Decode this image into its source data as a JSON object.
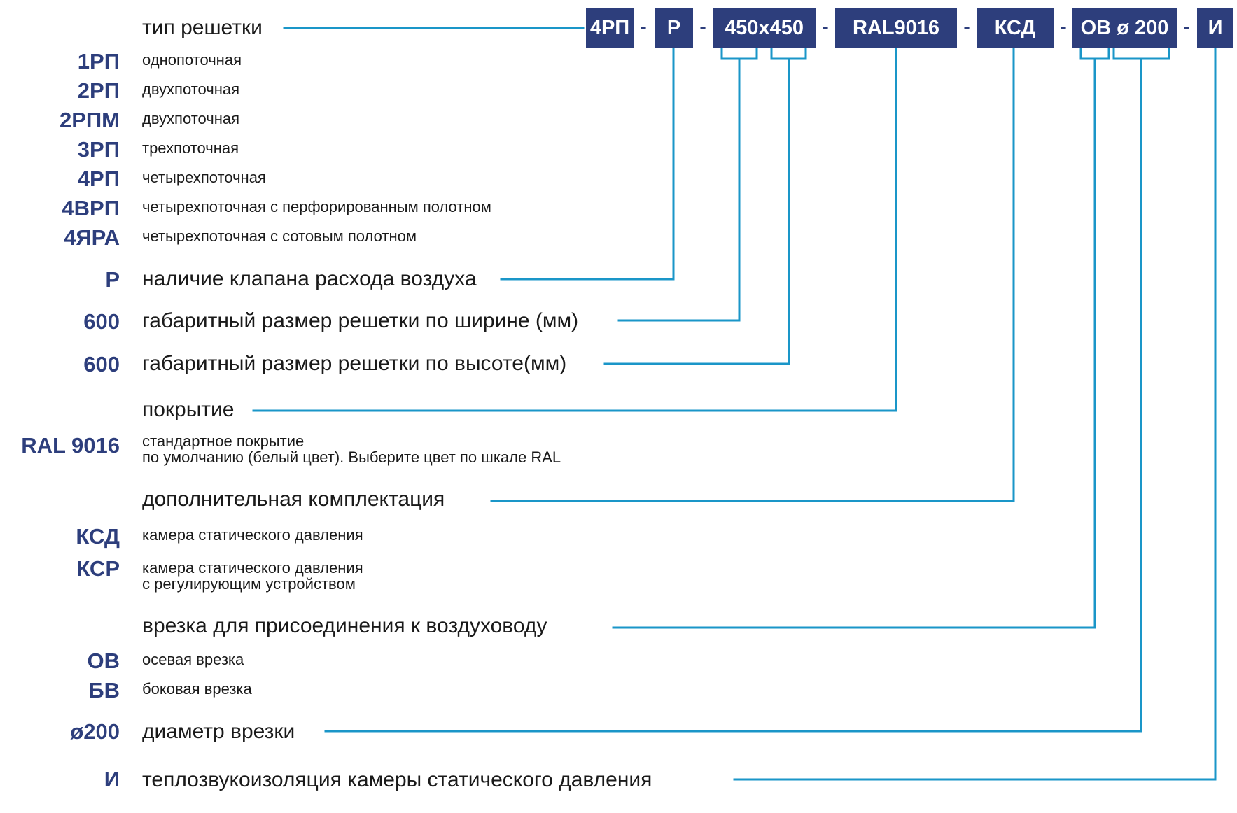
{
  "colors": {
    "navy": "#2d3e7c",
    "line": "#1a96c8",
    "text": "#1a1a1a"
  },
  "code_boxes": [
    "4РП",
    "Р",
    "450х450",
    "RAL9016",
    "КСД",
    "ОВ ø 200",
    "И"
  ],
  "separator": "-",
  "sections": {
    "type": {
      "title": "тип решетки",
      "items": [
        {
          "code": "1РП",
          "desc": "однопоточная"
        },
        {
          "code": "2РП",
          "desc": "двухпоточная"
        },
        {
          "code": "2РПМ",
          "desc": "двухпоточная"
        },
        {
          "code": "3РП",
          "desc": "трехпоточная"
        },
        {
          "code": "4РП",
          "desc": "четырехпоточная"
        },
        {
          "code": "4ВРП",
          "desc": "четырехпоточная с перфорированным полотном"
        },
        {
          "code": "4ЯРА",
          "desc": "четырехпоточная с сотовым полотном"
        }
      ]
    },
    "valve": {
      "code": "Р",
      "title": "наличие клапана расхода воздуха"
    },
    "width": {
      "code": "600",
      "title": "габаритный размер решетки по ширине (мм)"
    },
    "height": {
      "code": "600",
      "title": "габаритный размер решетки по высоте(мм)"
    },
    "coating": {
      "title": "покрытие",
      "code": "RAL 9016",
      "desc_line1": "стандартное покрытие",
      "desc_line2": "по умолчанию (белый цвет). Выберите цвет по шкале RAL"
    },
    "extra": {
      "title": "дополнительная комплектация",
      "items": [
        {
          "code": "КСД",
          "desc_line1": "камера статического давления",
          "desc_line2": ""
        },
        {
          "code": "КСР",
          "desc_line1": "камера статического давления",
          "desc_line2": "с регулирующим устройством"
        }
      ]
    },
    "duct": {
      "title": "врезка для присоединения к воздуховоду",
      "items": [
        {
          "code": "ОВ",
          "desc": "осевая врезка"
        },
        {
          "code": "БВ",
          "desc": "боковая врезка"
        }
      ]
    },
    "diameter": {
      "code": "ø200",
      "title": "диаметр врезки"
    },
    "insulation": {
      "code": "И",
      "title": "теплозвукоизоляция камеры статического давления"
    }
  }
}
